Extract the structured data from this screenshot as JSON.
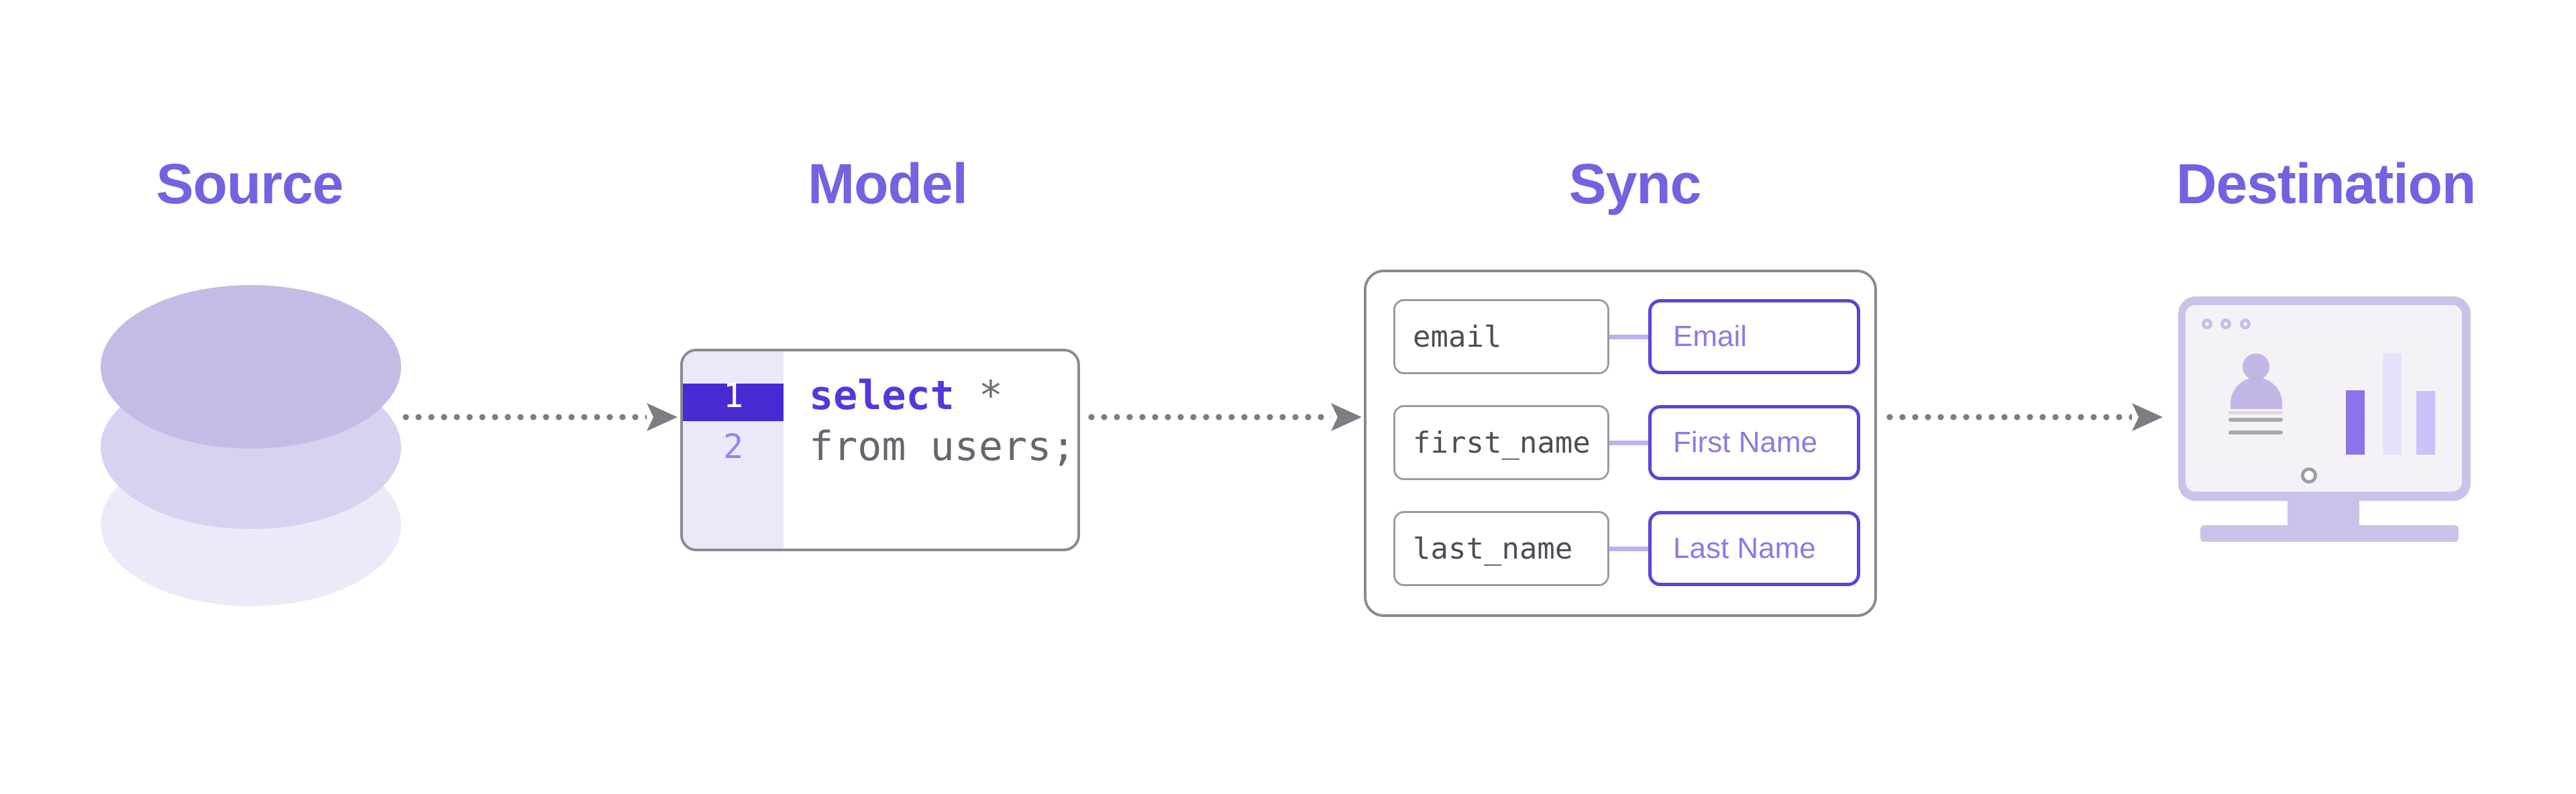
{
  "diagram": {
    "type": "data-pipeline-flow",
    "background": "#ffffff"
  },
  "colors": {
    "heading_purple": "#7163E1",
    "highlight_indigo": "#4829D2",
    "keyword_purple": "#5538DC",
    "line_number_purple": "#9488E8",
    "code_gray": "#66666E",
    "box_border_gray": "#8A8A90",
    "field_border_gray": "#9A9AA2",
    "field_text_gray": "#4E4E56",
    "mapping_border_purple": "#5A44DA",
    "mapping_text_purple": "#8B7BE4",
    "connector_lavender": "#BDB3EE",
    "arrow_gray": "#7D7D83",
    "db_top": "#C5BBE5",
    "db_mid": "#D9D1F0",
    "db_bottom": "#EDE9F9",
    "monitor_frame": "#CCC2E9",
    "monitor_screen": "#F4F2F7",
    "bar_dark": "#8C73EA",
    "bar_light": "#E7E2FB",
    "bar_mid": "#CBC0F7"
  },
  "stages": {
    "source": {
      "title": "Source",
      "icon": "database-stack-icon"
    },
    "model": {
      "title": "Model",
      "code": {
        "line1_number": "1",
        "line2_number": "2",
        "line1_keyword": "select",
        "line1_rest": " *",
        "line2_text": "from users;"
      }
    },
    "sync": {
      "title": "Sync",
      "mappings": [
        {
          "source": "email",
          "destination": "Email"
        },
        {
          "source": "first_name",
          "destination": "First Name"
        },
        {
          "source": "last_name",
          "destination": "Last Name"
        }
      ]
    },
    "destination": {
      "title": "Destination",
      "icon": "analytics-monitor-icon"
    }
  }
}
